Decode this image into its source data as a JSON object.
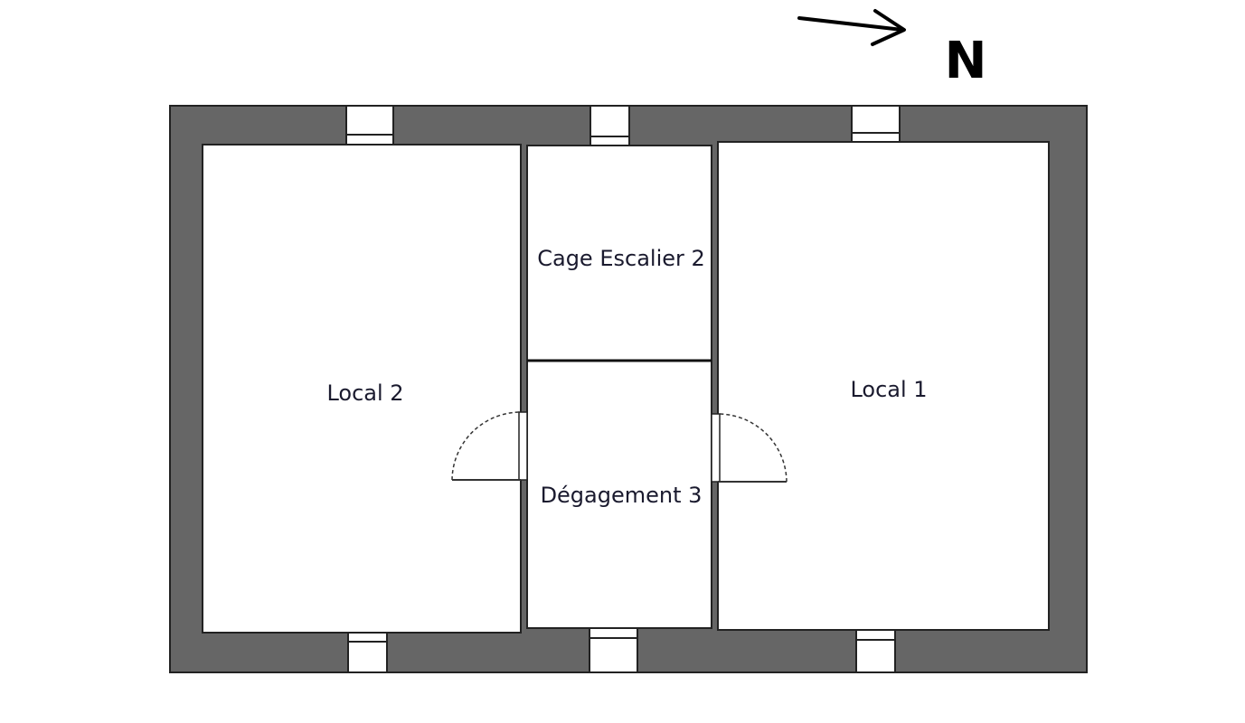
{
  "compass": {
    "label": "N"
  },
  "rooms": [
    {
      "id": "local-2",
      "label": "Local 2"
    },
    {
      "id": "cage-escalier-2",
      "label": "Cage Escalier 2"
    },
    {
      "id": "degagement-3",
      "label": "Dégagement 3"
    },
    {
      "id": "local-1",
      "label": "Local 1"
    }
  ],
  "colors": {
    "wall": "#666666",
    "outline": "#222222",
    "room": "#ffffff"
  }
}
